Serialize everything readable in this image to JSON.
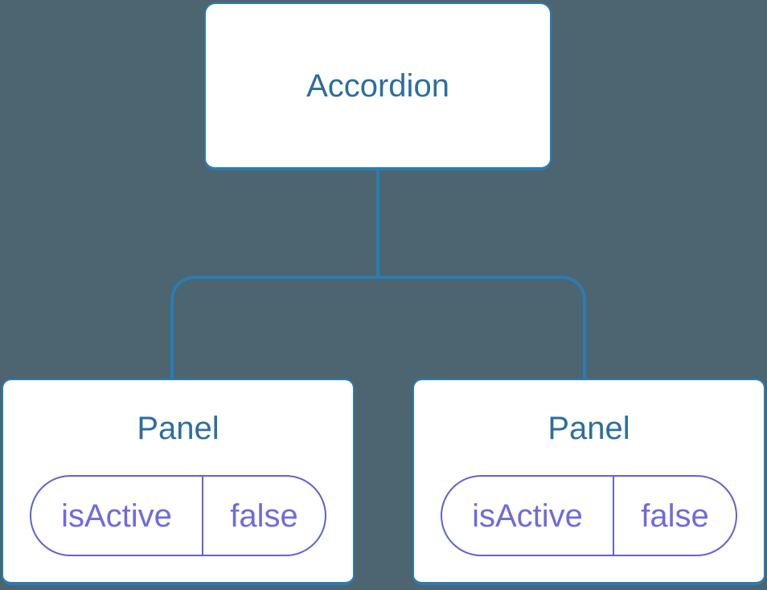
{
  "colors": {
    "background": "#4C6570",
    "line_blue": "#2B7CB3",
    "label_blue": "#2D6E9E",
    "pill_purple": "#6262D6",
    "pill_text_purple": "#6E6ADF",
    "node_fill": "#FFFFFF"
  },
  "tree": {
    "type": "component-tree",
    "root": {
      "label": "Accordion"
    },
    "children": [
      {
        "label": "Panel",
        "state": {
          "key": "isActive",
          "value": "false"
        }
      },
      {
        "label": "Panel",
        "state": {
          "key": "isActive",
          "value": "false"
        }
      }
    ]
  }
}
